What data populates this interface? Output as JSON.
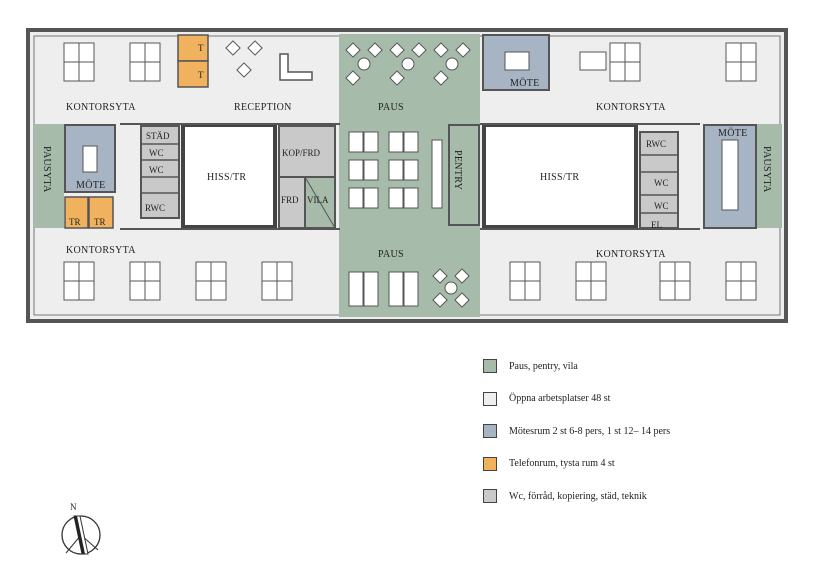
{
  "colors": {
    "paus": "#a6bba9",
    "open": "#eeeeee",
    "mote": "#a7b4c3",
    "telefon": "#f0b25e",
    "wc": "#c9c9c9",
    "wall": "#555555"
  },
  "plan": {
    "labels": {
      "kontorsyta_nw": "KONTORSYTA",
      "reception": "RECEPTION",
      "paus_top": "PAUS",
      "kontorsyta_ne": "KONTORSYTA",
      "pausyta_left": "PAUSYTA",
      "mote_left": "MÖTE",
      "stad": "STÄD",
      "wc1": "WC",
      "wc2": "WC",
      "rwc_left": "RWC",
      "hiss_left": "HISS/TR",
      "kop_frd": "KOP/FRD",
      "frd": "FRD",
      "vila": "VILA",
      "pentry": "PENTRY",
      "hiss_right": "HISS/TR",
      "rwc_right": "RWC",
      "wc3": "WC",
      "wc4": "WC",
      "el": "EL",
      "mote_right": "MÖTE",
      "pausyta_right": "PAUSYTA",
      "kontorsyta_sw": "KONTORSYTA",
      "paus_bottom": "PAUS",
      "kontorsyta_se": "KONTORSYTA",
      "mote_top": "MÖTE",
      "tr1": "TR",
      "tr2": "TR",
      "t1": "T",
      "t2": "T"
    }
  },
  "legend": [
    {
      "color": "#a6bba9",
      "label": "Paus, pentry, vila"
    },
    {
      "color": "#eeeeee",
      "label": "Öppna arbetsplatser 48 st"
    },
    {
      "color": "#a7b4c3",
      "label": "Mötesrum 2 st 6-8 pers, 1 st 12– 14 pers"
    },
    {
      "color": "#f0b25e",
      "label": "Telefonrum, tysta rum 4 st"
    },
    {
      "color": "#c9c9c9",
      "label": "Wc, förråd, kopiering, städ, teknik"
    }
  ],
  "compass": {
    "north": "N"
  }
}
